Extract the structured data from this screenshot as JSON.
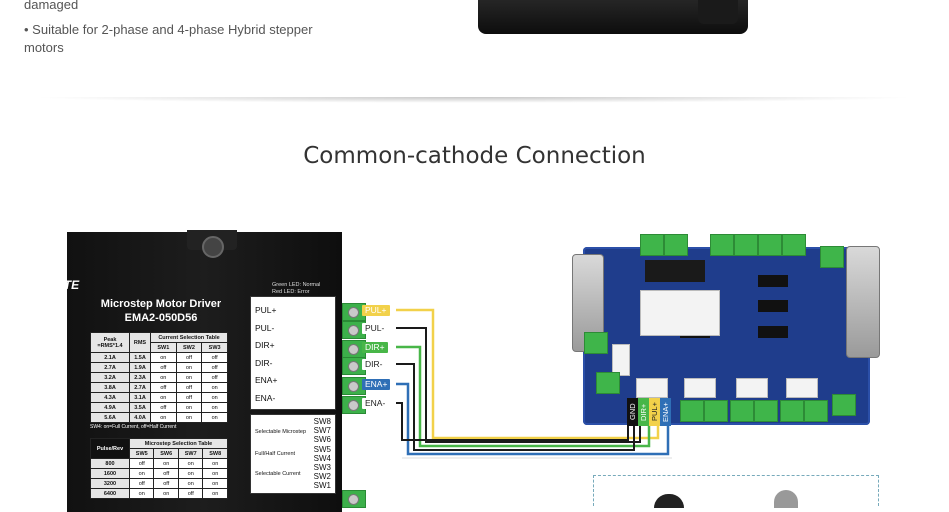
{
  "features": {
    "line_damaged": "damaged",
    "bullet_1": "• Suitable for 2-phase and 4-phase Hybrid stepper",
    "bullet_1_cont": "motors"
  },
  "section_title": "Common-cathode Connection",
  "driver": {
    "brand": "ENGMATE",
    "led_green": "Green LED:  Normal",
    "led_red": "Red LED:   Error",
    "title": "Microstep Motor Driver",
    "model": "EMA2-050D56",
    "current_table": {
      "headers": [
        "Peak\n=RMS*1.4",
        "RMS",
        "Current Selection Table"
      ],
      "sw_headers": [
        "SW1",
        "SW2",
        "SW3"
      ],
      "rows": [
        [
          "2.1A",
          "1.5A",
          "on",
          "off",
          "off"
        ],
        [
          "2.7A",
          "1.9A",
          "off",
          "on",
          "off"
        ],
        [
          "3.2A",
          "2.3A",
          "on",
          "on",
          "off"
        ],
        [
          "3.8A",
          "2.7A",
          "off",
          "off",
          "on"
        ],
        [
          "4.3A",
          "3.1A",
          "on",
          "off",
          "on"
        ],
        [
          "4.9A",
          "3.5A",
          "off",
          "on",
          "on"
        ],
        [
          "5.6A",
          "4.0A",
          "on",
          "on",
          "on"
        ]
      ]
    },
    "sw4_note": "SW4: on=Full Current, off=Half Current",
    "microstep_table": {
      "headers": [
        "Pulse/Rev",
        "Microstep Selection Table"
      ],
      "sw_headers": [
        "SW5",
        "SW6",
        "SW7",
        "SW8"
      ],
      "rows": [
        [
          "800",
          "off",
          "on",
          "on",
          "on"
        ],
        [
          "1600",
          "on",
          "off",
          "on",
          "on"
        ],
        [
          "3200",
          "off",
          "off",
          "on",
          "on"
        ],
        [
          "6400",
          "on",
          "on",
          "off",
          "on"
        ]
      ]
    },
    "signals": [
      "PUL+",
      "PUL-",
      "DIR+",
      "DIR-",
      "ENA+",
      "ENA-"
    ],
    "switches": [
      "SW8",
      "SW7",
      "SW6",
      "SW5",
      "SW4",
      "SW3",
      "SW2",
      "SW1"
    ],
    "switch_groups": [
      "Selectable Microstep",
      "Full/Half Current",
      "Selectable Current"
    ]
  },
  "wire_labels": [
    {
      "text": "PUL+",
      "bg": "#f2d14a",
      "fg": "#ffffff"
    },
    {
      "text": "PUL-",
      "bg": "#ffffff",
      "fg": "#222222"
    },
    {
      "text": "DIR+",
      "bg": "#48b648",
      "fg": "#ffffff"
    },
    {
      "text": "DIR-",
      "bg": "#ffffff",
      "fg": "#222222"
    },
    {
      "text": "ENA+",
      "bg": "#2f6fb6",
      "fg": "#ffffff"
    },
    {
      "text": "ENA-",
      "bg": "#ffffff",
      "fg": "#222222"
    }
  ],
  "board": {
    "pins": [
      {
        "text": "GND",
        "bg": "#111111",
        "fg": "#ffffff"
      },
      {
        "text": "DIR+",
        "bg": "#48b648",
        "fg": "#ffffff"
      },
      {
        "text": "PUL+",
        "bg": "#f2d14a",
        "fg": "#222222"
      },
      {
        "text": "ENA+",
        "bg": "#2f6fb6",
        "fg": "#ffffff"
      }
    ]
  }
}
